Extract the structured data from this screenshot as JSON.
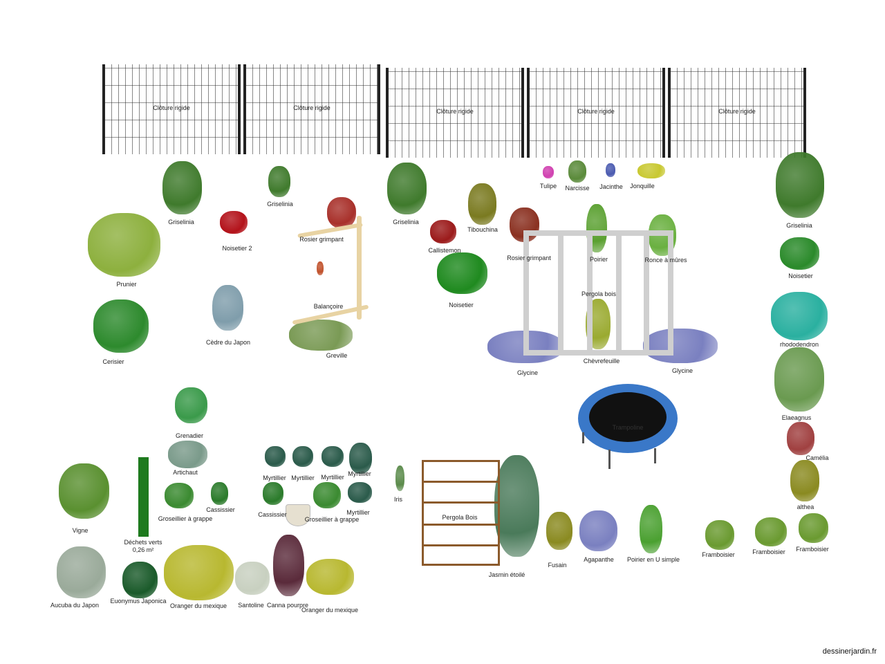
{
  "fence": {
    "label": "Clôture rigide",
    "count": 5
  },
  "plants": [
    {
      "label": "Griselinia",
      "color": "#3f7a2c"
    },
    {
      "label": "Griselinia",
      "color": "#3f7a2c"
    },
    {
      "label": "Noisetier 2",
      "color": "#b3121a"
    },
    {
      "label": "Prunier",
      "color": "#8db03e"
    },
    {
      "label": "Cerisier",
      "color": "#2d8a2d"
    },
    {
      "label": "Cèdre du Japon",
      "color": "#7f9dab"
    },
    {
      "label": "Rosier grimpant",
      "color": "#a8302a"
    },
    {
      "label": "Balançoire",
      "color": "#c0502a"
    },
    {
      "label": "Greville",
      "color": "#7a9a55"
    },
    {
      "label": "Griselinia",
      "color": "#3f7a2c"
    },
    {
      "label": "Callistemon",
      "color": "#9b1a1a"
    },
    {
      "label": "Tibouchina",
      "color": "#7a7a20"
    },
    {
      "label": "Noisetier",
      "color": "#1f8a1f"
    },
    {
      "label": "Tulipe",
      "color": "#d040b0"
    },
    {
      "label": "Narcisse",
      "color": "#5a8a3a"
    },
    {
      "label": "Jacinthe",
      "color": "#4a5ab0"
    },
    {
      "label": "Jonquille",
      "color": "#c8c830"
    },
    {
      "label": "Rosier grimpant",
      "color": "#8a3020"
    },
    {
      "label": "Poirier",
      "color": "#5aa030"
    },
    {
      "label": "Ronce à mûres",
      "color": "#6ab040"
    },
    {
      "label": "Chèvrefeuille",
      "color": "#9aaa30"
    },
    {
      "label": "Glycine",
      "color": "#7a80c0"
    },
    {
      "label": "Glycine",
      "color": "#7a80c0"
    },
    {
      "label": "Griselinia",
      "color": "#3f7a2c"
    },
    {
      "label": "Noisetier",
      "color": "#2a8a2a"
    },
    {
      "label": "rhododendron",
      "color": "#2ab0a0"
    },
    {
      "label": "Elaeagnus",
      "color": "#6a9a50"
    },
    {
      "label": "Camélia",
      "color": "#a04040"
    },
    {
      "label": "althea",
      "color": "#8a8a20"
    },
    {
      "label": "Grenadier",
      "color": "#3a9a4a"
    },
    {
      "label": "Artichaut",
      "color": "#7a9a8a"
    },
    {
      "label": "Vigne",
      "color": "#5a9030"
    },
    {
      "label": "Groseillier à grappe",
      "color": "#3a8a30"
    },
    {
      "label": "Cassissier",
      "color": "#2a7a2a"
    },
    {
      "label": "Myrtillier",
      "color": "#2a5a4a"
    },
    {
      "label": "Myrtillier",
      "color": "#2a5a4a"
    },
    {
      "label": "Myrtillier",
      "color": "#2a5a4a"
    },
    {
      "label": "Myrtillier",
      "color": "#2a5a4a"
    },
    {
      "label": "Myrtillier",
      "color": "#2a5a4a"
    },
    {
      "label": "Cassissier",
      "color": "#2a7a2a"
    },
    {
      "label": "Groseillier à grappe",
      "color": "#3a8a30"
    },
    {
      "label": "Aucuba du Japon",
      "color": "#9aaa9a"
    },
    {
      "label": "Euonymus Japonica",
      "color": "#1a5a2a"
    },
    {
      "label": "Oranger du mexique",
      "color": "#b8b830"
    },
    {
      "label": "Santoline",
      "color": "#c8d0c0"
    },
    {
      "label": "Canna pourpre",
      "color": "#5a2a3a"
    },
    {
      "label": "Oranger du mexique",
      "color": "#b8b830"
    },
    {
      "label": "Iris",
      "color": "#5a8a4a"
    },
    {
      "label": "Jasmin étoilé",
      "color": "#4a7a5a"
    },
    {
      "label": "Fusain",
      "color": "#8a8a20"
    },
    {
      "label": "Agapanthe",
      "color": "#7a80c0"
    },
    {
      "label": "Poirier en U simple",
      "color": "#4aa030"
    },
    {
      "label": "Framboisier",
      "color": "#6a9a30"
    },
    {
      "label": "Framboisier",
      "color": "#6a9a30"
    },
    {
      "label": "Framboisier",
      "color": "#6a9a30"
    }
  ],
  "structures": {
    "pergola_top": "Pergola bois",
    "pergola_bottom": "Pergola Bois",
    "trampoline": "Trampoline",
    "compost_label": "Déchets verts",
    "compost_area": "0,26 m²",
    "compost_color": "#1e7a1e",
    "trampoline_color": "#3a78c8"
  },
  "footer": "dessinerjardin.fr"
}
